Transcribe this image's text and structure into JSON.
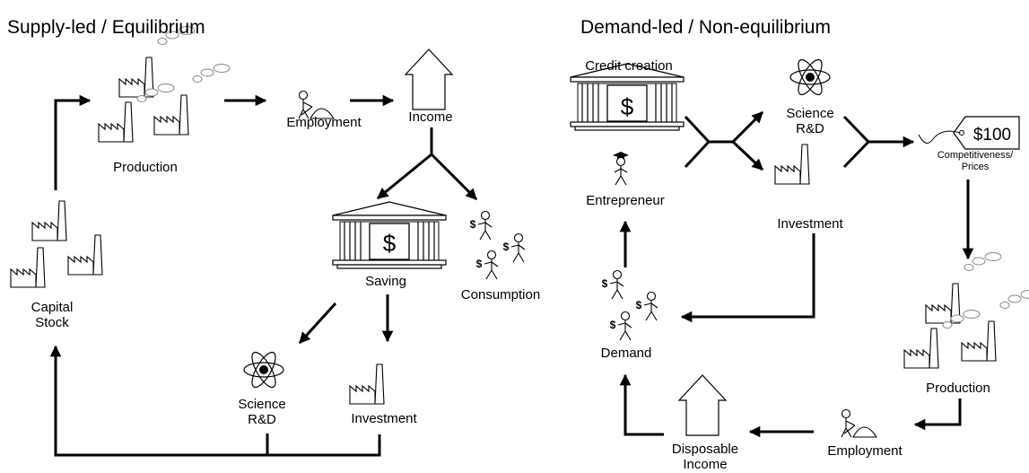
{
  "left": {
    "title": "Supply-led / Equilibrium",
    "production": "Production",
    "employment": "Employment",
    "income": "Income",
    "saving": "Saving",
    "consumption": "Consumption",
    "science": [
      "Science",
      "R&D"
    ],
    "investment": "Investment",
    "capital_stock": [
      "Capital",
      "Stock"
    ]
  },
  "right": {
    "title": "Demand-led / Non-equilibrium",
    "credit_creation": "Credit creation",
    "entrepreneur": "Entrepreneur",
    "science": [
      "Science",
      "R&D"
    ],
    "investment": "Investment",
    "price_tag": "$100",
    "competitiveness": [
      "Competitiveness/",
      "Prices"
    ],
    "production": "Production",
    "employment": "Employment",
    "disposable_income": [
      "Disposable",
      "Income"
    ],
    "demand": "Demand"
  },
  "dollar_sign": "$"
}
